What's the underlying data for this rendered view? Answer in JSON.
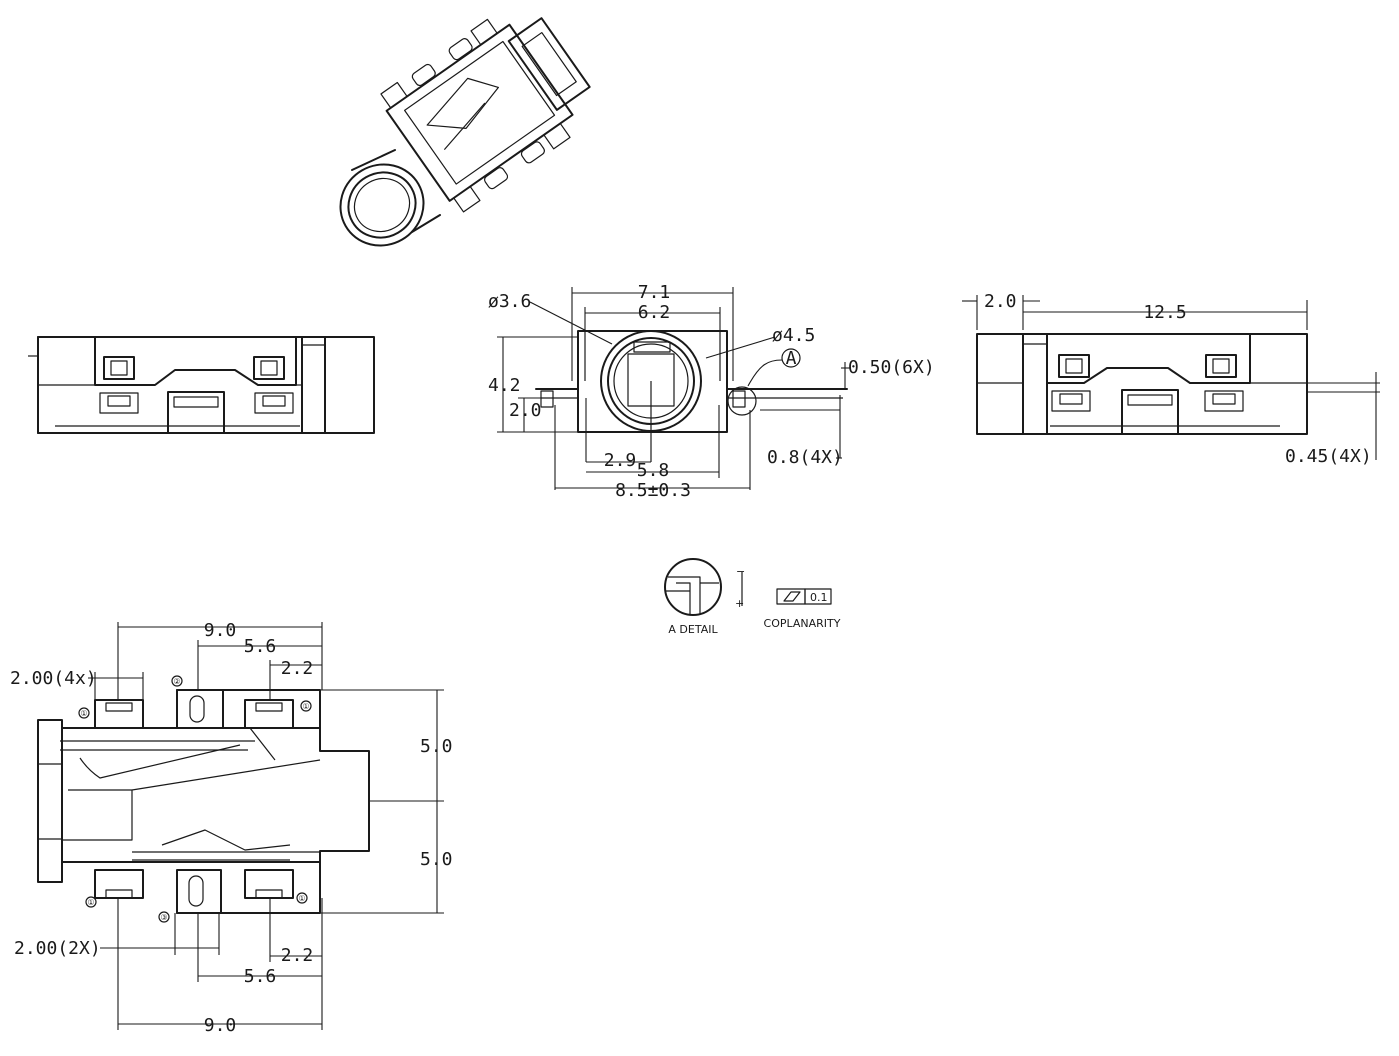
{
  "views": {
    "iso": {},
    "front": {},
    "center": {
      "dims": {
        "phi36": "ø3.6",
        "w71": "7.1",
        "w62": "6.2",
        "phi45": "ø4.5",
        "detail_callout": "A",
        "t050": "0.50(6X)",
        "h42": "4.2",
        "h20": "2.0",
        "w29": "2.9",
        "w58": "5.8",
        "w85": "8.5±0.3",
        "p08": "0.8(4X)"
      }
    },
    "side": {
      "dims": {
        "d20": "2.0",
        "d125": "12.5",
        "d045": "0.45(4X)"
      }
    },
    "detail": {
      "label": "A DETAIL",
      "minus": "−",
      "plus": "+",
      "tolerance": "0.1",
      "coplanarity": "COPLANARITY"
    },
    "footprint": {
      "dims": {
        "w90_top": "9.0",
        "w56_top": "5.6",
        "w22_top": "2.2",
        "pad200_4x": "2.00(4x)",
        "h50_top": "5.0",
        "h50_bot": "5.0",
        "pad200_2x": "2.00(2X)",
        "w22_bot": "2.2",
        "w56_bot": "5.6",
        "w90_bot": "9.0"
      },
      "pin_labels": {
        "p1a": "①",
        "p1b": "①",
        "p1c": "①",
        "p1d": "①",
        "p2": "②",
        "p3": "③"
      }
    }
  }
}
